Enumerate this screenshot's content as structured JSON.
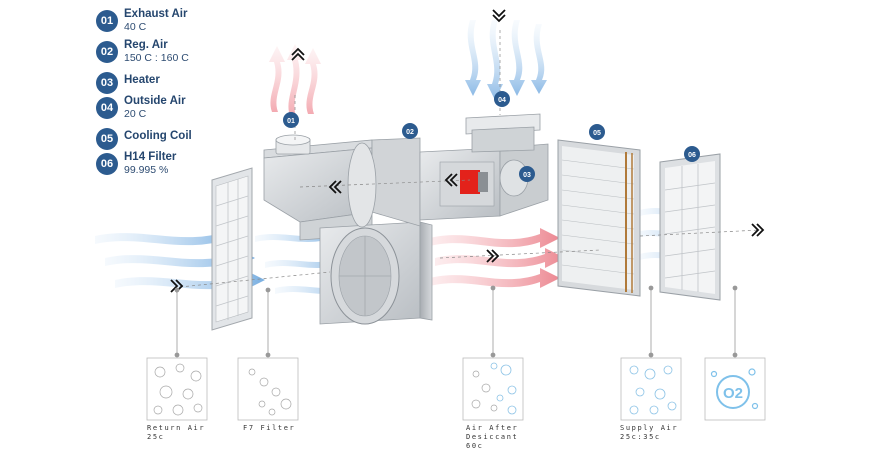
{
  "legend": [
    {
      "num": "01",
      "title": "Exhaust Air",
      "sub": "40 C"
    },
    {
      "num": "02",
      "title": "Reg. Air",
      "sub": "150 C : 160 C"
    },
    {
      "num": "03",
      "title": "Heater",
      "sub": ""
    },
    {
      "num": "04",
      "title": "Outside Air",
      "sub": "20 C"
    },
    {
      "num": "05",
      "title": "Cooling Coil",
      "sub": ""
    },
    {
      "num": "06",
      "title": "H14 Filter",
      "sub": "99.995 %"
    }
  ],
  "markers": {
    "m01": "01",
    "m02": "02",
    "m03": "03",
    "m04": "04",
    "m05": "05",
    "m06": "06"
  },
  "captions": {
    "return_air": "Return Air\n25c",
    "f7_filter": "F7 Filter",
    "air_after_desiccant": "Air After\nDesiccant\n60c",
    "supply_air": "Supply Air\n25c:35c"
  },
  "o2_label": "O2",
  "colors": {
    "accent": "#2c5b8f",
    "cool_air": "#7fb2e3",
    "hot_air": "#ef8f98",
    "heater": "#e3221b",
    "metal": "#c4c8cc"
  }
}
